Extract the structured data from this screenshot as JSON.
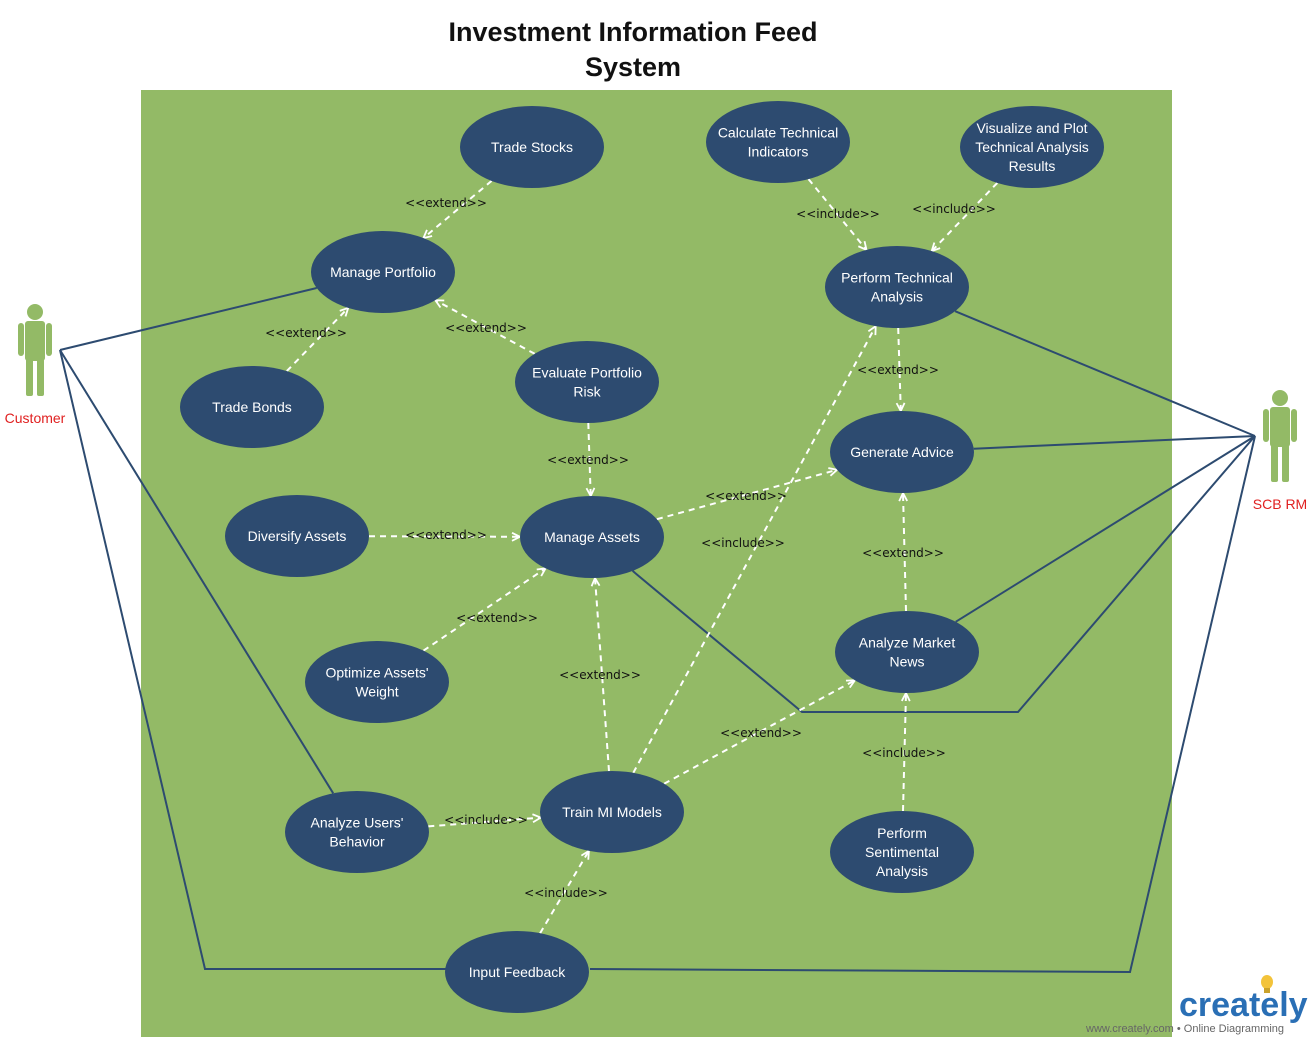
{
  "title": {
    "line1": "Investment Information Feed",
    "line2": "System"
  },
  "colors": {
    "system_fill": "#93ba66",
    "usecase_fill": "#2d4b70",
    "actor_fill": "#93ba66",
    "actor_label": "#e02020",
    "association": "#2d4b70",
    "dependency": "#ffffff",
    "brand_blue": "#2a6fb5",
    "brand_bulb": "#f3c33a"
  },
  "actors": [
    {
      "id": "customer",
      "label": "Customer"
    },
    {
      "id": "scb_rm",
      "label": "SCB RM"
    }
  ],
  "use_cases": [
    {
      "id": "trade_stocks",
      "lines": [
        "Trade Stocks"
      ]
    },
    {
      "id": "manage_portfolio",
      "lines": [
        "Manage Portfolio"
      ]
    },
    {
      "id": "trade_bonds",
      "lines": [
        "Trade Bonds"
      ]
    },
    {
      "id": "evaluate_risk",
      "lines": [
        "Evaluate Portfolio",
        "Risk"
      ]
    },
    {
      "id": "diversify_assets",
      "lines": [
        "Diversify Assets"
      ]
    },
    {
      "id": "manage_assets",
      "lines": [
        "Manage Assets"
      ]
    },
    {
      "id": "optimize_weight",
      "lines": [
        "Optimize Assets'",
        "Weight"
      ]
    },
    {
      "id": "analyze_behavior",
      "lines": [
        "Analyze Users'",
        "Behavior"
      ]
    },
    {
      "id": "train_models",
      "lines": [
        "Train MI Models"
      ]
    },
    {
      "id": "input_feedback",
      "lines": [
        "Input Feedback"
      ]
    },
    {
      "id": "calc_indicators",
      "lines": [
        "Calculate Technical",
        "Indicators"
      ]
    },
    {
      "id": "visualize_results",
      "lines": [
        "Visualize and Plot",
        "Technical Analysis",
        "Results"
      ]
    },
    {
      "id": "perform_ta",
      "lines": [
        "Perform Technical",
        "Analysis"
      ]
    },
    {
      "id": "generate_advice",
      "lines": [
        "Generate Advice"
      ]
    },
    {
      "id": "analyze_news",
      "lines": [
        "Analyze Market",
        "News"
      ]
    },
    {
      "id": "sentiment",
      "lines": [
        "Perform",
        "Sentimental",
        "Analysis"
      ]
    }
  ],
  "relationships": [
    {
      "from": "trade_stocks",
      "to": "manage_portfolio",
      "label": "<<extend>>"
    },
    {
      "from": "trade_bonds",
      "to": "manage_portfolio",
      "label": "<<extend>>"
    },
    {
      "from": "evaluate_risk",
      "to": "manage_portfolio",
      "label": "<<extend>>"
    },
    {
      "from": "evaluate_risk",
      "to": "manage_assets",
      "label": "<<extend>>"
    },
    {
      "from": "diversify_assets",
      "to": "manage_assets",
      "label": "<<extend>>"
    },
    {
      "from": "optimize_weight",
      "to": "manage_assets",
      "label": "<<extend>>"
    },
    {
      "from": "train_models",
      "to": "manage_assets",
      "label": "<<extend>>"
    },
    {
      "from": "manage_assets",
      "to": "generate_advice",
      "label": "<<extend>>"
    },
    {
      "from": "train_models",
      "to": "perform_ta",
      "label": "<<include>>"
    },
    {
      "from": "train_models",
      "to": "analyze_news",
      "label": "<<extend>>"
    },
    {
      "from": "analyze_behavior",
      "to": "train_models",
      "label": "<<include>>"
    },
    {
      "from": "input_feedback",
      "to": "train_models",
      "label": "<<include>>"
    },
    {
      "from": "calc_indicators",
      "to": "perform_ta",
      "label": "<<include>>"
    },
    {
      "from": "visualize_results",
      "to": "perform_ta",
      "label": "<<include>>"
    },
    {
      "from": "perform_ta",
      "to": "generate_advice",
      "label": "<<extend>>"
    },
    {
      "from": "analyze_news",
      "to": "generate_advice",
      "label": "<<extend>>"
    },
    {
      "from": "sentiment",
      "to": "analyze_news",
      "label": "<<include>>"
    }
  ],
  "associations": [
    {
      "actor": "customer",
      "use_case": "manage_portfolio"
    },
    {
      "actor": "customer",
      "use_case": "analyze_behavior"
    },
    {
      "actor": "customer",
      "use_case": "input_feedback"
    },
    {
      "actor": "scb_rm",
      "use_case": "perform_ta"
    },
    {
      "actor": "scb_rm",
      "use_case": "generate_advice"
    },
    {
      "actor": "scb_rm",
      "use_case": "analyze_news"
    },
    {
      "actor": "scb_rm",
      "use_case": "manage_assets"
    },
    {
      "actor": "scb_rm",
      "use_case": "input_feedback"
    }
  ],
  "branding": {
    "logo_text": "creately",
    "footer": "www.creately.com • Online Diagramming"
  }
}
